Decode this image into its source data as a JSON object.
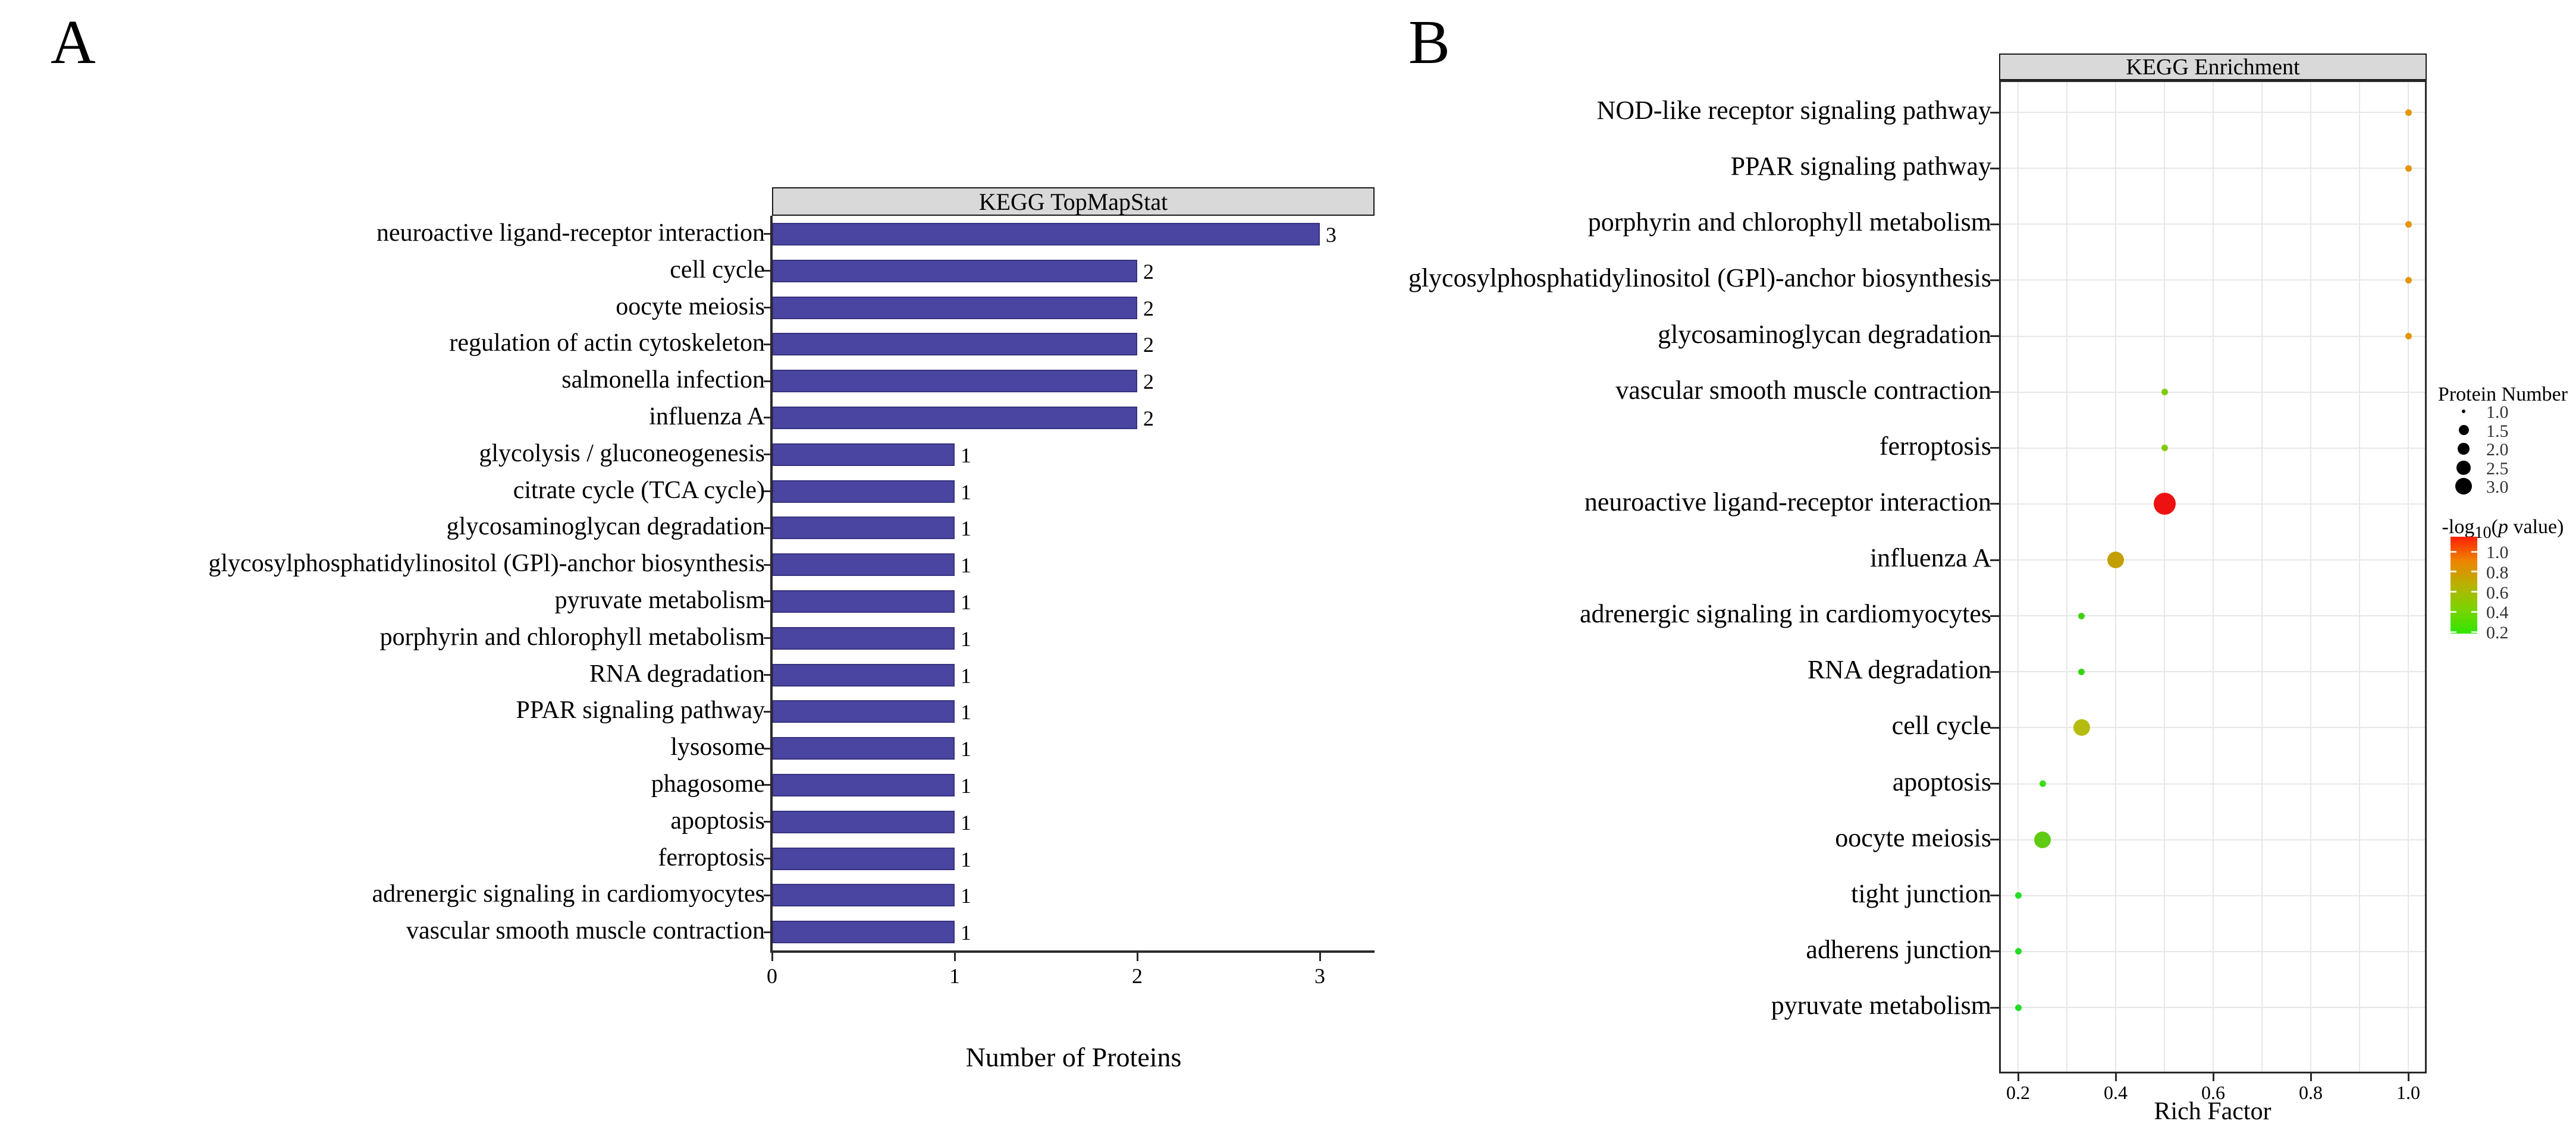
{
  "panel_a": {
    "panel_label": "A",
    "title": "KEGG TopMapStat",
    "xlabel": "Number of Proteins",
    "x_ticks": [
      0,
      1,
      2,
      3
    ],
    "bar_color": "#4a45a0",
    "bar_border_color": "#37327f",
    "rows": [
      {
        "label": "neuroactive ligand-receptor interaction",
        "value": 3
      },
      {
        "label": "cell cycle",
        "value": 2
      },
      {
        "label": "oocyte meiosis",
        "value": 2
      },
      {
        "label": "regulation of actin cytoskeleton",
        "value": 2
      },
      {
        "label": "salmonella infection",
        "value": 2
      },
      {
        "label": "influenza A",
        "value": 2
      },
      {
        "label": "glycolysis / gluconeogenesis",
        "value": 1
      },
      {
        "label": "citrate cycle (TCA cycle)",
        "value": 1
      },
      {
        "label": "glycosaminoglycan degradation",
        "value": 1
      },
      {
        "label": "glycosylphosphatidylinositol (GPl)-anchor biosynthesis",
        "value": 1
      },
      {
        "label": "pyruvate metabolism",
        "value": 1
      },
      {
        "label": "porphyrin and chlorophyll metabolism",
        "value": 1
      },
      {
        "label": "RNA degradation",
        "value": 1
      },
      {
        "label": "PPAR signaling pathway",
        "value": 1
      },
      {
        "label": "lysosome",
        "value": 1
      },
      {
        "label": "phagosome",
        "value": 1
      },
      {
        "label": "apoptosis",
        "value": 1
      },
      {
        "label": "ferroptosis",
        "value": 1
      },
      {
        "label": "adrenergic signaling in cardiomyocytes",
        "value": 1
      },
      {
        "label": "vascular smooth muscle contraction",
        "value": 1
      }
    ]
  },
  "panel_b": {
    "panel_label": "B",
    "title": "KEGG Enrichment",
    "xlabel": "Rich Factor",
    "x_ticks": [
      "0.2",
      "0.4",
      "0.6",
      "0.8",
      "1.0"
    ],
    "rows": [
      {
        "label": "NOD-like receptor signaling pathway",
        "rich_factor": 1.0,
        "protein_number": 1,
        "color": "#e5940a"
      },
      {
        "label": "PPAR signaling pathway",
        "rich_factor": 1.0,
        "protein_number": 1,
        "color": "#e5940a"
      },
      {
        "label": "porphyrin and chlorophyll metabolism",
        "rich_factor": 1.0,
        "protein_number": 1,
        "color": "#e5940a"
      },
      {
        "label": "glycosylphosphatidylinositol (GPl)-anchor biosynthesis",
        "rich_factor": 1.0,
        "protein_number": 1,
        "color": "#e5940a"
      },
      {
        "label": "glycosaminoglycan degradation",
        "rich_factor": 1.0,
        "protein_number": 1,
        "color": "#e5940a"
      },
      {
        "label": "vascular smooth muscle contraction",
        "rich_factor": 0.5,
        "protein_number": 1,
        "color": "#84c80c"
      },
      {
        "label": "ferroptosis",
        "rich_factor": 0.5,
        "protein_number": 1,
        "color": "#84c80c"
      },
      {
        "label": "neuroactive ligand-receptor interaction",
        "rich_factor": 0.5,
        "protein_number": 3,
        "color": "#ee1111"
      },
      {
        "label": "influenza A",
        "rich_factor": 0.4,
        "protein_number": 2,
        "color": "#c2a004"
      },
      {
        "label": "adrenergic signaling in cardiomyocytes",
        "rich_factor": 0.33,
        "protein_number": 1,
        "color": "#3fd011"
      },
      {
        "label": "RNA degradation",
        "rich_factor": 0.33,
        "protein_number": 1,
        "color": "#38d410"
      },
      {
        "label": "cell cycle",
        "rich_factor": 0.33,
        "protein_number": 2,
        "color": "#b4bc10"
      },
      {
        "label": "apoptosis",
        "rich_factor": 0.25,
        "protein_number": 1,
        "color": "#3ddc15"
      },
      {
        "label": "oocyte meiosis",
        "rich_factor": 0.25,
        "protein_number": 2,
        "color": "#5fcb12"
      },
      {
        "label": "tight junction",
        "rich_factor": 0.2,
        "protein_number": 1,
        "color": "#25dd25"
      },
      {
        "label": "adherens junction",
        "rich_factor": 0.2,
        "protein_number": 1,
        "color": "#25dd25"
      },
      {
        "label": "pyruvate metabolism",
        "rich_factor": 0.2,
        "protein_number": 1,
        "color": "#25dd25"
      }
    ],
    "legend": {
      "size_title": "Protein Number",
      "sizes": [
        {
          "label": "1.0",
          "d": 6
        },
        {
          "label": "1.5",
          "d": 17
        },
        {
          "label": "2.0",
          "d": 20
        },
        {
          "label": "2.5",
          "d": 24
        },
        {
          "label": "3.0",
          "d": 28
        }
      ],
      "color_title": {
        "pre": "-log",
        "sub": "10",
        "mid": "(",
        "p": "p",
        "tail": " value)"
      },
      "color_ticks": [
        "1.0",
        "0.8",
        "0.6",
        "0.4",
        "0.2"
      ],
      "gradient": [
        "#ff1f00",
        "#ee8400",
        "#b8b200",
        "#7bd300",
        "#2ee600"
      ]
    }
  },
  "chart_data": [
    {
      "type": "bar",
      "orientation": "horizontal",
      "title": "KEGG TopMapStat",
      "xlabel": "Number of Proteins",
      "ylabel": "",
      "xlim": [
        0,
        3.3
      ],
      "grid": false,
      "bar_color": "#4a45a0",
      "categories": [
        "neuroactive ligand-receptor interaction",
        "cell cycle",
        "oocyte meiosis",
        "regulation of actin cytoskeleton",
        "salmonella infection",
        "influenza A",
        "glycolysis / gluconeogenesis",
        "citrate cycle (TCA cycle)",
        "glycosaminoglycan degradation",
        "glycosylphosphatidylinositol (GPl)-anchor biosynthesis",
        "pyruvate metabolism",
        "porphyrin and chlorophyll metabolism",
        "RNA degradation",
        "PPAR signaling pathway",
        "lysosome",
        "phagosome",
        "apoptosis",
        "ferroptosis",
        "adrenergic signaling in cardiomyocytes",
        "vascular smooth muscle contraction"
      ],
      "values": [
        3,
        2,
        2,
        2,
        2,
        2,
        1,
        1,
        1,
        1,
        1,
        1,
        1,
        1,
        1,
        1,
        1,
        1,
        1,
        1
      ],
      "data_labels": [
        "3",
        "2",
        "2",
        "2",
        "2",
        "2",
        "1",
        "1",
        "1",
        "1",
        "1",
        "1",
        "1",
        "1",
        "1",
        "1",
        "1",
        "1",
        "1",
        "1"
      ]
    },
    {
      "type": "scatter",
      "title": "KEGG Enrichment",
      "xlabel": "Rich Factor",
      "ylabel": "",
      "xlim": [
        0.16,
        1.04
      ],
      "x_ticks": [
        0.2,
        0.4,
        0.6,
        0.8,
        1.0
      ],
      "grid": true,
      "size_encoding": "Protein Number",
      "color_encoding": "-log10(p value)",
      "color_scale": {
        "low": 0.2,
        "high": 1.0,
        "low_color": "#2ee600",
        "high_color": "#ff1f00"
      },
      "legend_position": "right",
      "categories": [
        "NOD-like receptor signaling pathway",
        "PPAR signaling pathway",
        "porphyrin and chlorophyll metabolism",
        "glycosylphosphatidylinositol (GPl)-anchor biosynthesis",
        "glycosaminoglycan degradation",
        "vascular smooth muscle contraction",
        "ferroptosis",
        "neuroactive ligand-receptor interaction",
        "influenza A",
        "adrenergic signaling in cardiomyocytes",
        "RNA degradation",
        "cell cycle",
        "apoptosis",
        "oocyte meiosis",
        "tight junction",
        "adherens junction",
        "pyruvate metabolism"
      ],
      "series": [
        {
          "name": "Rich Factor",
          "x": [
            1.0,
            1.0,
            1.0,
            1.0,
            1.0,
            0.5,
            0.5,
            0.5,
            0.4,
            0.33,
            0.33,
            0.33,
            0.25,
            0.25,
            0.2,
            0.2,
            0.2
          ],
          "protein_number": [
            1,
            1,
            1,
            1,
            1,
            1,
            1,
            3,
            2,
            1,
            1,
            2,
            1,
            2,
            1,
            1,
            1
          ],
          "neg_log10_p_est": [
            0.85,
            0.85,
            0.85,
            0.85,
            0.85,
            0.45,
            0.45,
            1.1,
            0.7,
            0.35,
            0.35,
            0.6,
            0.3,
            0.42,
            0.2,
            0.2,
            0.2
          ]
        }
      ]
    }
  ]
}
